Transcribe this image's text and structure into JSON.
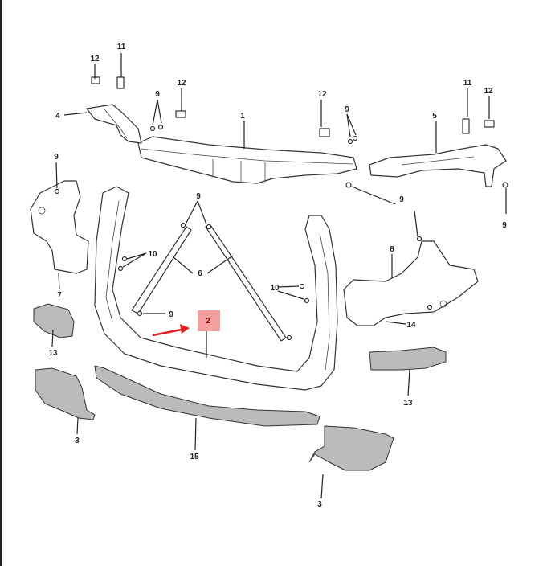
{
  "diagram": {
    "title": "Radiator support assembly parts diagram",
    "highlighted_callout": "2",
    "highlight_color": "#f4a0a0",
    "arrow_color": "#e02020",
    "callouts": {
      "c12a": "12",
      "c11a": "11",
      "c12b": "12",
      "c9a": "9",
      "c4": "4",
      "c1": "1",
      "c12c": "12",
      "c9b": "9",
      "c5": "5",
      "c11b": "11",
      "c12d": "12",
      "c9c": "9",
      "c9d": "9",
      "c9e": "9",
      "c9f": "9",
      "c10a": "10",
      "c6": "6",
      "c10b": "10",
      "c8": "8",
      "c7": "7",
      "c9g": "9",
      "c2": "2",
      "c14": "14",
      "c13a": "13",
      "c13b": "13",
      "c3a": "3",
      "c15": "15",
      "c3b": "3"
    }
  }
}
